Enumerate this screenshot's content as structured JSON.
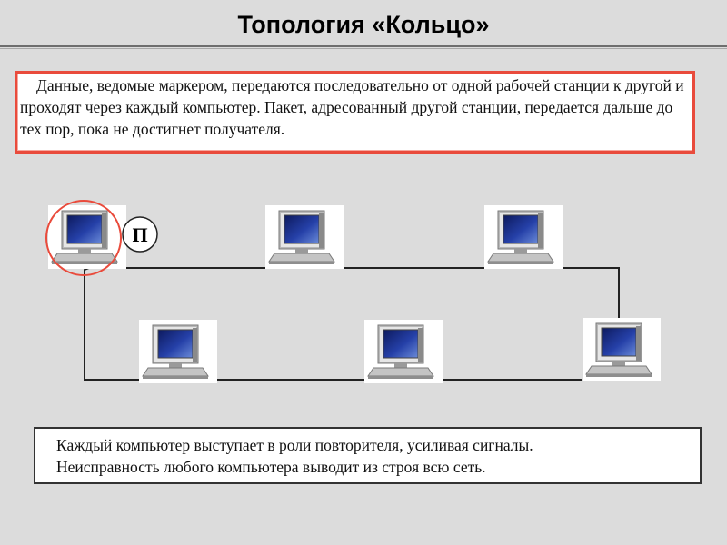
{
  "slide": {
    "title": "Топология «Кольцо»",
    "description": "Данные, ведомые маркером, передаются последовательно от одной рабочей станции к другой и проходят через каждый компьютер. Пакет, адресованный другой станции, передается дальше до тех пор, пока не достигнет получателя.",
    "note_line1": "Каждый компьютер выступает в роли повторителя, усиливая сигналы.",
    "note_line2": "Неисправность любого компьютера выводит из строя всю сеть."
  },
  "diagram": {
    "marker_label": "П",
    "computer_icon": "computer-icon",
    "highlight_color": "#e94b3c",
    "line_color": "#222222",
    "screen_color": "#1c2f8a"
  }
}
